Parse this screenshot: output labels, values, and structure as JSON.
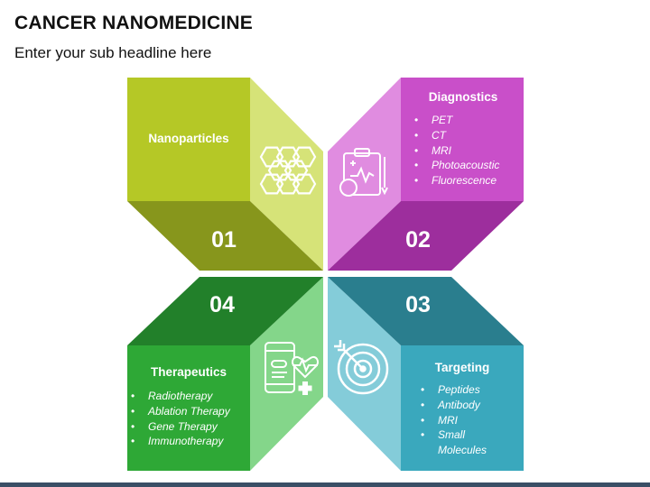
{
  "header": {
    "title": "CANCER NANOMEDICINE",
    "subtitle": "Enter your sub headline here"
  },
  "panels": [
    {
      "number": "01",
      "title": "Nanoparticles",
      "items": [],
      "icon": "nanoparticle-hexagon-icon"
    },
    {
      "number": "02",
      "title": "Diagnostics",
      "items": [
        "PET",
        "CT",
        "MRI",
        "Photoacoustic",
        "Fluorescence"
      ],
      "icon": "clipboard-diagnosis-icon"
    },
    {
      "number": "03",
      "title": "Targeting",
      "items": [
        "Peptides",
        "Antibody",
        "MRI",
        "Small Molecules"
      ],
      "icon": "target-arrow-icon"
    },
    {
      "number": "04",
      "title": "Therapeutics",
      "items": [
        "Radiotherapy",
        "Ablation Therapy",
        "Gene Therapy",
        "Immunotherapy"
      ],
      "icon": "mobile-health-icon"
    }
  ],
  "colors": {
    "green_light": "#b5c826",
    "green_side": "#d6e378",
    "green_dark": "#87961c",
    "magenta": "#c94fc9",
    "magenta_side": "#e08ce0",
    "magenta_dark": "#9d2e9d",
    "teal": "#3aa8bd",
    "teal_side": "#84ccd9",
    "teal_dark": "#2a7e8e",
    "green": "#2ea836",
    "green2_side": "#84d68a",
    "green2_dark": "#22802a",
    "footer": "#3a4f66"
  }
}
